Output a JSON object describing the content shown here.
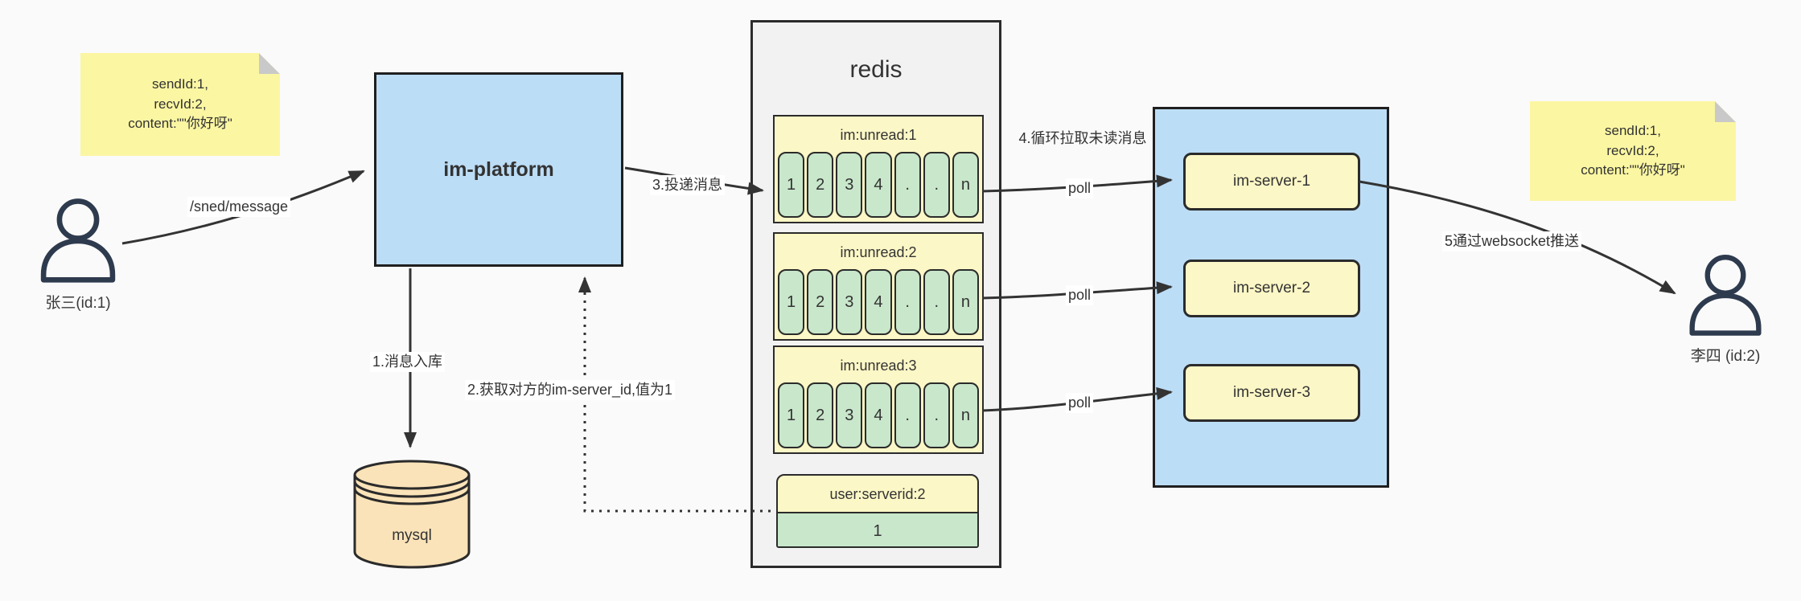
{
  "diagram_title": "im message push flow",
  "colors": {
    "background": "#fafafa",
    "note_yellow": "#fbf6a2",
    "box_blue": "#bcddf6",
    "pale_yellow": "#fcf7c6",
    "cell_green": "#c9e7cb",
    "db_peach": "#fbe3b9",
    "border_dark": "#2b2b2b",
    "line": "#333333"
  },
  "notes": {
    "left": {
      "lines": [
        "sendId:1,",
        "recvId:2,",
        "content:\"\"你好呀\""
      ]
    },
    "right": {
      "lines": [
        "sendId:1,",
        "recvId:2,",
        "content:\"\"你好呀\""
      ]
    }
  },
  "users": {
    "left": {
      "label": "张三(id:1)"
    },
    "right": {
      "label": "李四 (id:2)"
    }
  },
  "platform": {
    "label": "im-platform"
  },
  "mysql": {
    "label": "mysql"
  },
  "redis": {
    "title": "redis",
    "queues": [
      {
        "label": "im:unread:1",
        "cells": [
          "1",
          "2",
          "3",
          "4",
          ".",
          ".",
          "n"
        ]
      },
      {
        "label": "im:unread:2",
        "cells": [
          "1",
          "2",
          "3",
          "4",
          ".",
          ".",
          "n"
        ]
      },
      {
        "label": "im:unread:3",
        "cells": [
          "1",
          "2",
          "3",
          "4",
          ".",
          ".",
          "n"
        ]
      }
    ],
    "kv": {
      "label": "user:serverid:2",
      "value": "1"
    }
  },
  "servers": {
    "items": [
      {
        "label": "im-server-1"
      },
      {
        "label": "im-server-2"
      },
      {
        "label": "im-server-3"
      }
    ]
  },
  "edges": {
    "send_path": "/sned/message",
    "step1": "1.消息入库",
    "step2": "2.获取对方的im-server_id,值为1",
    "step3": "3.投递消息",
    "step4": "4.循环拉取未读消息",
    "step5": "5通过websocket推送",
    "poll1": "poll",
    "poll2": "poll",
    "poll3": "poll"
  }
}
